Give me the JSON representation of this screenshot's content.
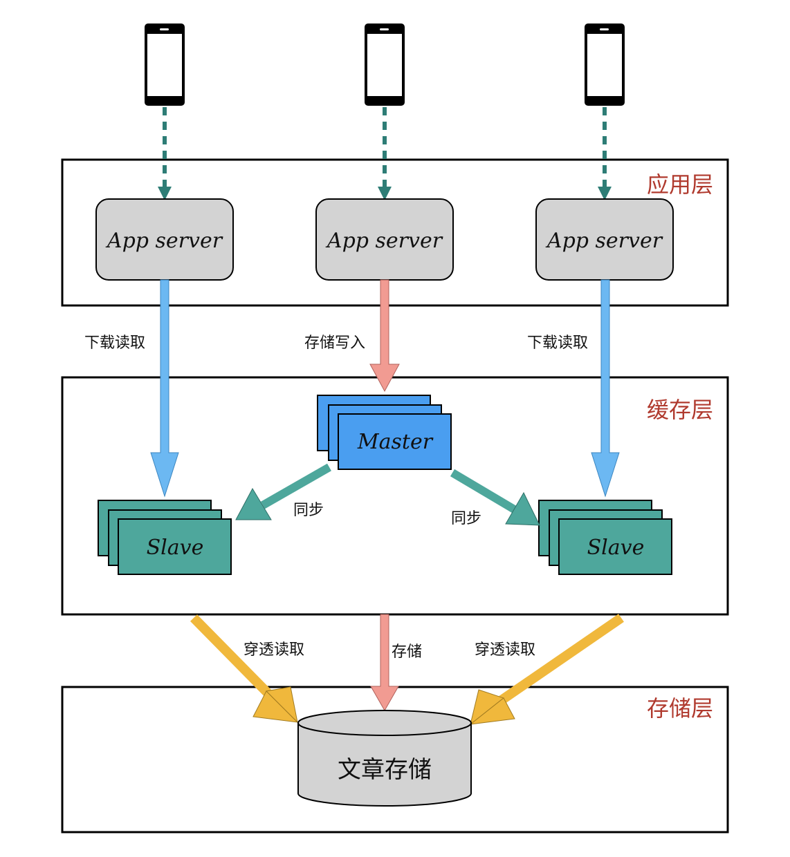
{
  "colors": {
    "phone": "#000000",
    "client_link": "#2e7d76",
    "read_arrow": "#6cb8f2",
    "write_arrow": "#f19b92",
    "sync_arrow": "#4ea79c",
    "penetrate_arrow": "#f0b83c",
    "app_server_fill": "#d3d3d3",
    "master_fill": "#4a9ef0",
    "slave_fill": "#4ea79c",
    "db_fill": "#d3d3d3",
    "layer_label": "#b03a2e"
  },
  "layers": {
    "app": {
      "label": "应用层"
    },
    "cache": {
      "label": "缓存层"
    },
    "storage": {
      "label": "存储层"
    }
  },
  "clients": [
    {
      "icon": "mobile-phone-icon"
    },
    {
      "icon": "mobile-phone-icon"
    },
    {
      "icon": "mobile-phone-icon"
    }
  ],
  "app_servers": [
    {
      "label": "App server"
    },
    {
      "label": "App server"
    },
    {
      "label": "App server"
    }
  ],
  "cache": {
    "master": {
      "label": "Master"
    },
    "slaves": [
      {
        "label": "Slave"
      },
      {
        "label": "Slave"
      }
    ]
  },
  "storage": {
    "db_label": "文章存储"
  },
  "edges": {
    "left_read": "下载读取",
    "center_write": "存储写入",
    "right_read": "下载读取",
    "left_sync": "同步",
    "right_sync": "同步",
    "left_penetrate": "穿透读取",
    "center_store": "存储",
    "right_penetrate": "穿透读取"
  }
}
